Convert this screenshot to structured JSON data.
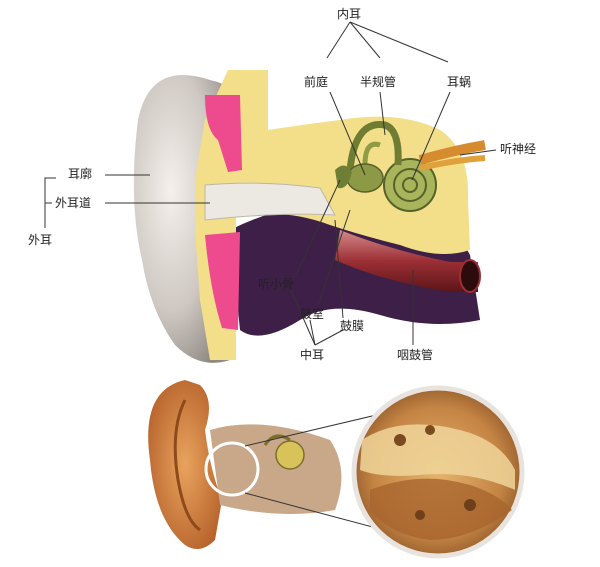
{
  "labels": {
    "inner_ear": "内耳",
    "vestibule": "前庭",
    "semicircular_canals": "半规管",
    "cochlea": "耳蜗",
    "auditory_nerve": "听神经",
    "auricle": "耳廓",
    "external_canal": "外耳道",
    "outer_ear": "外耳",
    "ossicles": "听小骨",
    "tympanic_cavity": "鼓室",
    "eardrum": "鼓膜",
    "middle_ear": "中耳",
    "eustachian_tube": "咽鼓管"
  }
}
